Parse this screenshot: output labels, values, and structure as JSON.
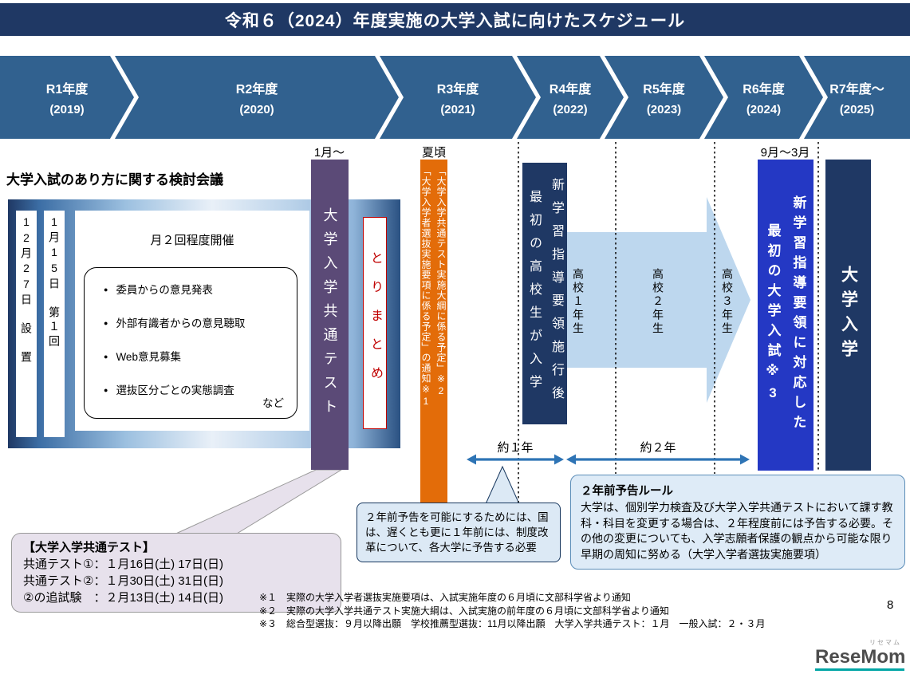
{
  "title": "令和６（2024）年度実施の大学入試に向けたスケジュール",
  "timeline": [
    {
      "label": "R1年度",
      "year": "(2019)"
    },
    {
      "label": "R2年度",
      "year": "(2020)"
    },
    {
      "label": "R3年度",
      "year": "(2021)"
    },
    {
      "label": "R4年度",
      "year": "(2022)"
    },
    {
      "label": "R5年度",
      "year": "(2023)"
    },
    {
      "label": "R6年度",
      "year": "(2024)"
    },
    {
      "label": "R7年度～",
      "year": "(2025)"
    }
  ],
  "markers": {
    "january": "1月～",
    "summer": "夏頃",
    "sep_to_mar": "9月～3月",
    "about_one_year": "約１年",
    "about_two_years": "約２年"
  },
  "council": {
    "heading": "大学入試のあり方に関する検討会議",
    "established_strip": "12月27日　設　置",
    "first_meeting_strip": "1月15日　第１回",
    "frequency": "月２回程度開催",
    "bullets": [
      "委員からの意見発表",
      "外部有識者からの意見聴取",
      "Web意見募集",
      "選抜区分ごとの実態調査"
    ],
    "etc": "など",
    "summary": "とりまとめ"
  },
  "bars": {
    "common_test": "大学入学共通テスト",
    "notice_col_right": "「大学入学共通テスト実施大綱に係る予定」※2",
    "notice_col_left": "「大学入学者選抜実施要項に係る予定」の通知※1",
    "new_course_hs_col_right": "新学習指導要領施行後",
    "new_course_hs_col_left": "最初の高校生が入学",
    "hs_year1": "高校１年生",
    "hs_year2": "高校２年生",
    "hs_year3": "高校３年生",
    "new_course_exam_col_right": "新学習指導要領に対応した",
    "new_course_exam_col_left": "最初の大学入試※3",
    "univ_admission": "大学入学"
  },
  "callouts": {
    "common_test_schedule": {
      "title": "【大学入学共通テスト】",
      "lines": [
        "共通テスト①：１月16日(土) 17日(日)",
        "共通テスト②：１月30日(土) 31日(日)",
        "②の追試験　：２月13日(土) 14日(日)"
      ]
    },
    "one_year_note": "２年前予告を可能にするためには、国は、遅くとも更に１年前には、制度改革について、各大学に予告する必要",
    "rule": {
      "title": "２年前予告ルール",
      "body": "大学は、個別学力検査及び大学入学共通テストにおいて課す教科・科目を変更する場合は、２年程度前には予告する必要。その他の変更についても、入学志願者保護の観点から可能な限り早期の周知に努める（大学入学者選抜実施要項）"
    }
  },
  "footnotes": [
    "※１　実際の大学入学者選抜実施要項は、入試実施年度の６月頃に文部科学省より通知",
    "※２　実際の大学入学共通テスト実施大綱は、入試実施の前年度の６月頃に文部科学省より通知",
    "※３　総合型選抜：９月以降出願　学校推薦型選抜：11月以降出願　大学入学共通テスト：１月　一般入試：２・３月"
  ],
  "page_number": "8",
  "logo": {
    "text": "ReseMom",
    "ruby": "リセマム"
  },
  "colors": {
    "title_bar": "#1F3864",
    "chevron": "#31618F",
    "purple_bar": "#5B4A77",
    "orange_bar": "#E36C09",
    "navy_bar": "#1F3864",
    "blue_bar": "#2438C4",
    "hs_arrow": "#BDD7EE",
    "arrow_accent": "#2E74B5",
    "logo_underline": "#00A5A5"
  }
}
